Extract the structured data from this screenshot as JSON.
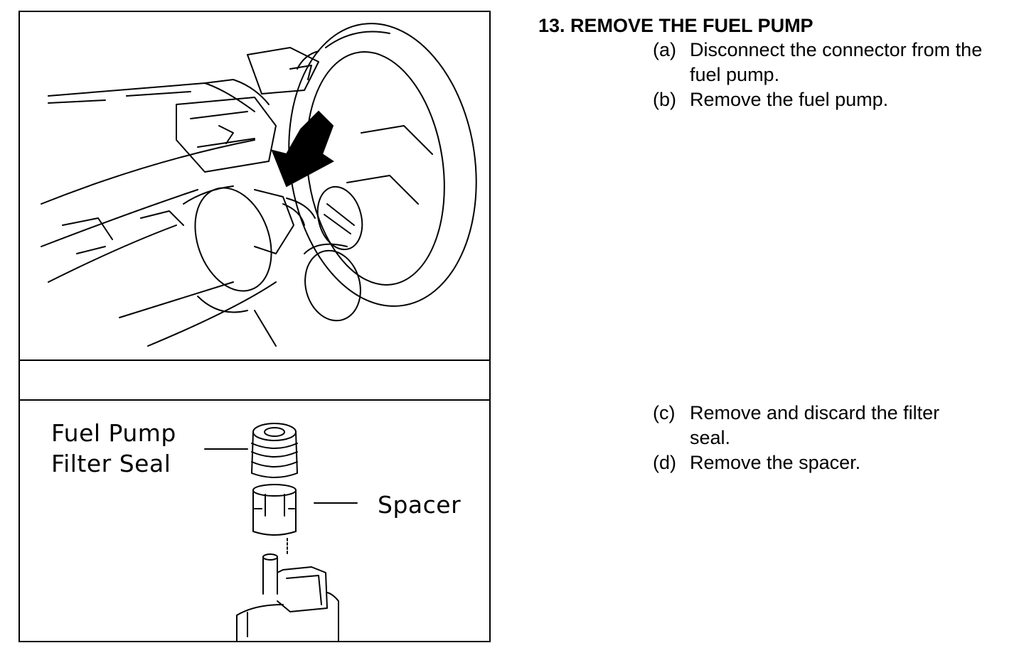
{
  "heading": "13. REMOVE THE FUEL PUMP",
  "steps_group_1": [
    {
      "letter": "(a)",
      "text": "Disconnect the connector from the fuel pump."
    },
    {
      "letter": "(b)",
      "text": "Remove the fuel pump."
    }
  ],
  "steps_group_2": [
    {
      "letter": "(c)",
      "text": "Remove and discard the filter seal."
    },
    {
      "letter": "(d)",
      "text": "Remove the spacer."
    }
  ],
  "figure": {
    "label_fuel_pump_filter_seal_line1": "Fuel Pump",
    "label_fuel_pump_filter_seal_line2": "Filter Seal",
    "label_spacer": "Spacer"
  }
}
